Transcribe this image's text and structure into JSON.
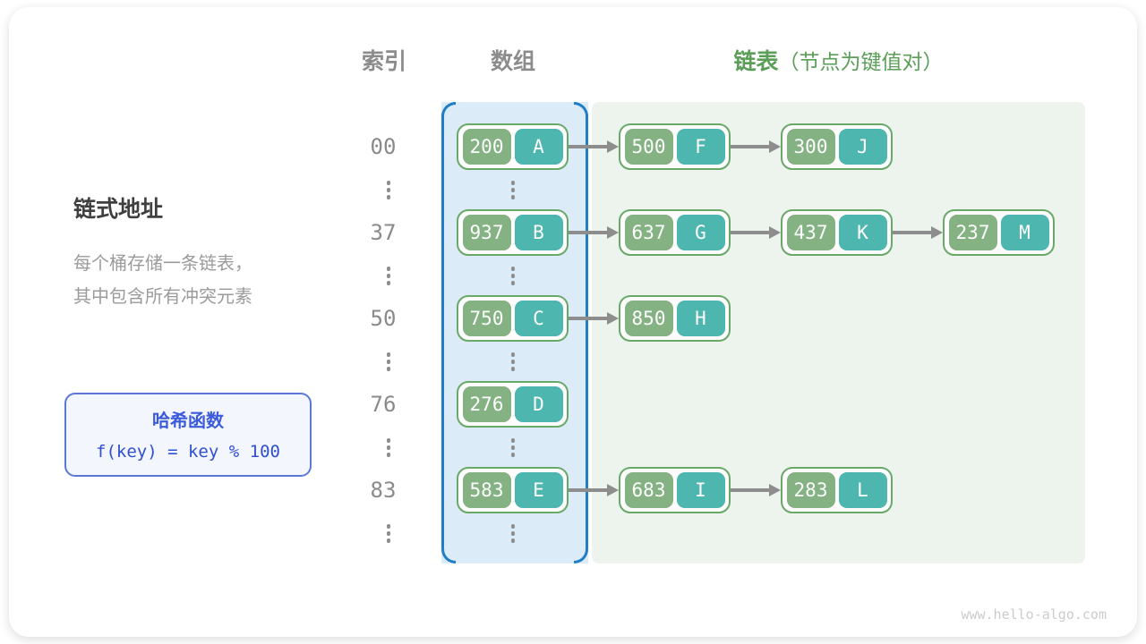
{
  "page": {
    "watermark": "www.hello-algo.com"
  },
  "headers": {
    "index": "索引",
    "array": "数组",
    "list": "链表",
    "list_note": "（节点为键值对）"
  },
  "left_panel": {
    "title": "链式地址",
    "desc_line1": "每个桶存储一条链表，",
    "desc_line2": "其中包含所有冲突元素",
    "hash_box": {
      "title": "哈希函数",
      "formula": "f(key) = key % 100"
    }
  },
  "colors": {
    "bracket_blue": "#1f7ec5",
    "array_band_bg": "#dcebf8",
    "list_band_bg": "#ecf4ed",
    "node_border_green": "#6aa86a",
    "key_green": "#85b283",
    "value_teal": "#4db6ae",
    "header_green": "#5a9e58",
    "hash_blue": "#3b5bdb",
    "arrow_gray": "#8d8d8d"
  },
  "diagram": {
    "rows": [
      {
        "index": "00",
        "bucket": {
          "key": "200",
          "value": "A"
        },
        "chain": [
          {
            "key": "500",
            "value": "F"
          },
          {
            "key": "300",
            "value": "J"
          }
        ]
      },
      {
        "index": "37",
        "bucket": {
          "key": "937",
          "value": "B"
        },
        "chain": [
          {
            "key": "637",
            "value": "G"
          },
          {
            "key": "437",
            "value": "K"
          },
          {
            "key": "237",
            "value": "M"
          }
        ]
      },
      {
        "index": "50",
        "bucket": {
          "key": "750",
          "value": "C"
        },
        "chain": [
          {
            "key": "850",
            "value": "H"
          }
        ]
      },
      {
        "index": "76",
        "bucket": {
          "key": "276",
          "value": "D"
        },
        "chain": []
      },
      {
        "index": "83",
        "bucket": {
          "key": "583",
          "value": "E"
        },
        "chain": [
          {
            "key": "683",
            "value": "I"
          },
          {
            "key": "283",
            "value": "L"
          }
        ]
      }
    ]
  }
}
